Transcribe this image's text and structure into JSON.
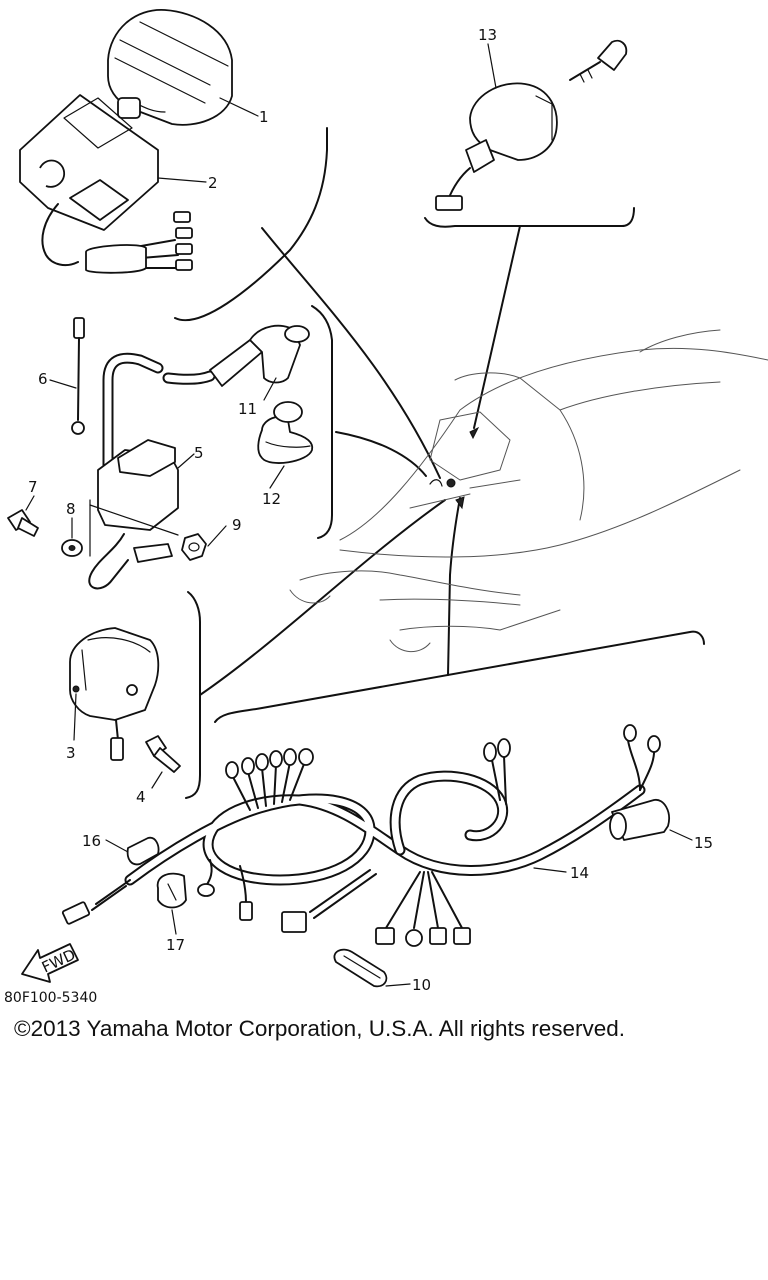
{
  "diagram": {
    "code": "80F100-5340",
    "copyright": "©2013 Yamaha Motor Corporation, U.S.A. All rights reserved.",
    "fwd_label": "FWD",
    "callouts": [
      {
        "id": "1",
        "text": "1"
      },
      {
        "id": "2",
        "text": "2"
      },
      {
        "id": "3",
        "text": "3"
      },
      {
        "id": "4",
        "text": "4"
      },
      {
        "id": "5",
        "text": "5"
      },
      {
        "id": "6",
        "text": "6"
      },
      {
        "id": "7",
        "text": "7"
      },
      {
        "id": "8",
        "text": "8"
      },
      {
        "id": "9",
        "text": "9"
      },
      {
        "id": "10",
        "text": "10"
      },
      {
        "id": "11",
        "text": "11"
      },
      {
        "id": "12",
        "text": "12"
      },
      {
        "id": "13",
        "text": "13"
      },
      {
        "id": "14",
        "text": "14"
      },
      {
        "id": "15",
        "text": "15"
      },
      {
        "id": "16",
        "text": "16"
      },
      {
        "id": "17",
        "text": "17"
      }
    ]
  }
}
